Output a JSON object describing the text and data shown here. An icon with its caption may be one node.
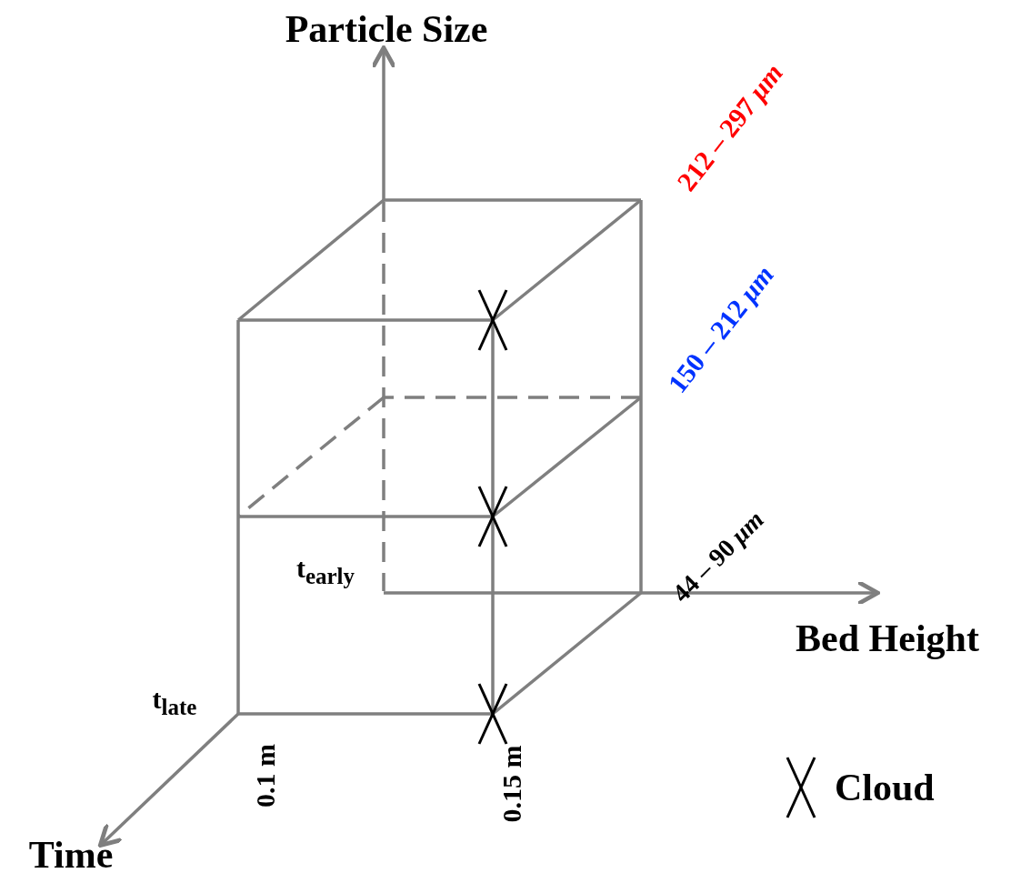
{
  "diagram": {
    "labels": [
      "Particle Size",
      "212 – 297 *μm*",
      "150 – 212 *μm*",
      "44 – 90 *μm*",
      "t$_{early}$",
      "Bed Height",
      "t$_{late}$",
      "0.1 m",
      "0.15 m",
      "Time"
    ],
    "legend": [
      {
        "text": "Cloud"
      }
    ]
  }
}
